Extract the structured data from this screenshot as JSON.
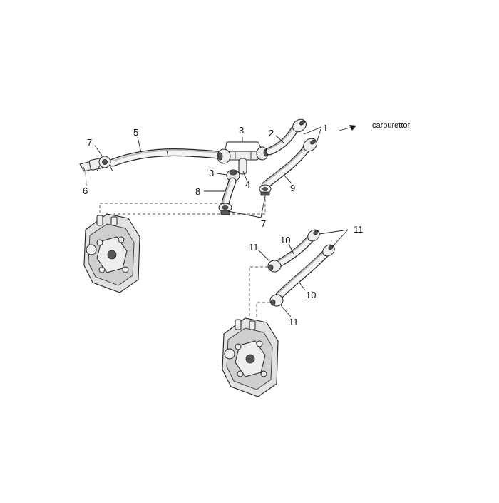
{
  "diagram": {
    "direction_label": "carburettor",
    "callouts": {
      "c1": "1",
      "c2": "2",
      "c3_top": "3",
      "c3_left": "3",
      "c4": "4",
      "c5": "5",
      "c6": "6",
      "c7_left": "7",
      "c7_bottom": "7",
      "c8": "8",
      "c9": "9",
      "c10_top": "10",
      "c10_bottom": "10",
      "c11_top_right": "11",
      "c11_left": "11",
      "c11_bottom": "11"
    }
  }
}
